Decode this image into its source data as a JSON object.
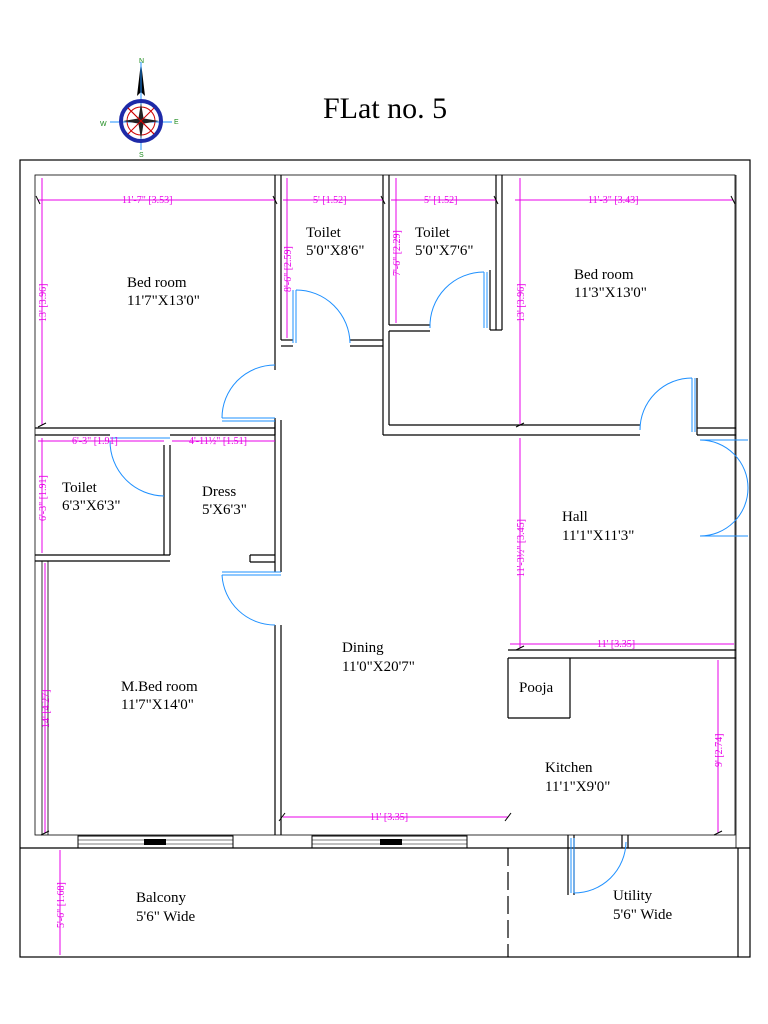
{
  "title": "FLat no. 5",
  "compass": {
    "n": "N",
    "s": "S",
    "e": "E",
    "w": "W"
  },
  "rooms": {
    "bed_left": {
      "name": "Bed room",
      "size": "11'7\"X13'0\""
    },
    "toilet_1": {
      "name": "Toilet",
      "size": "5'0\"X8'6\""
    },
    "toilet_2": {
      "name": "Toilet",
      "size": "5'0\"X7'6\""
    },
    "bed_right": {
      "name": "Bed room",
      "size": "11'3\"X13'0\""
    },
    "toilet_3": {
      "name": "Toilet",
      "size": "6'3\"X6'3\""
    },
    "dress": {
      "name": "Dress",
      "size": "5'X6'3\""
    },
    "hall": {
      "name": "Hall",
      "size": "11'1\"X11'3\""
    },
    "dining": {
      "name": "Dining",
      "size": "11'0\"X20'7\""
    },
    "pooja": {
      "name": "Pooja"
    },
    "mbed": {
      "name": "M.Bed room",
      "size": "11'7\"X14'0\""
    },
    "kitchen": {
      "name": "Kitchen",
      "size": "11'1\"X9'0\""
    },
    "balcony": {
      "name": "Balcony",
      "size": "5'6\" Wide"
    },
    "utility": {
      "name": "Utility",
      "size": "5'6\" Wide"
    }
  },
  "dimensions": {
    "bed_left_w": "11'-7\" [3.53]",
    "toilet1_w": "5' [1.52]",
    "toilet2_w": "5' [1.52]",
    "bed_right_w": "11'-3\" [3.43]",
    "bed_left_h": "13' [3.96]",
    "toilet1_h": "8'-6\" [2.59]",
    "toilet2_h": "7'-6\" [2.29]",
    "bed_right_h": "13' [3.96]",
    "toilet3_w": "6'-3\" [1.91]",
    "dress_w": "4'-11½\" [1.51]",
    "toilet3_h": "6'-3\" [1.91]",
    "hall_h": "11'-3½\" [3.45]",
    "hall_w": "11' [3.35]",
    "mbed_h": "14' [4.27]",
    "kitchen_h": "9' [2.74]",
    "dining_w": "11' [3.35]",
    "balcony_h": "5'-6\" [1.68]"
  }
}
